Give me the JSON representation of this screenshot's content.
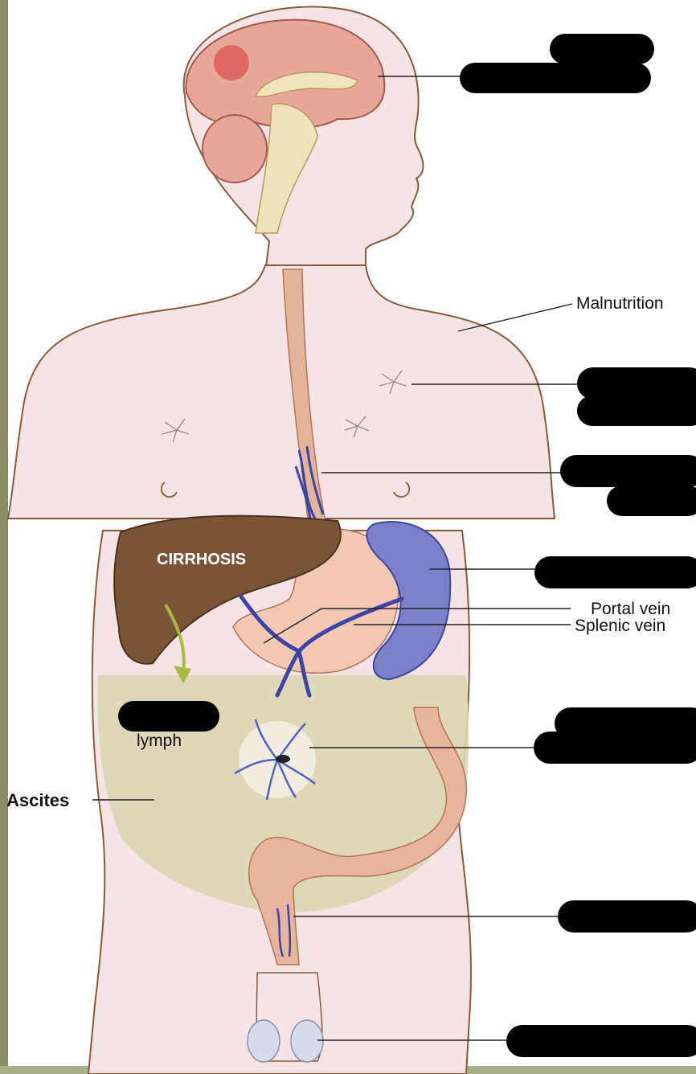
{
  "diagram": {
    "labels": {
      "malnutrition": "Malnutrition",
      "portal_vein": "Portal vein",
      "splenic_vein": "Splenic vein",
      "ascites": "Ascites",
      "lymph": "lymph",
      "cirrhosis": "CIRRHOSIS"
    },
    "colors": {
      "skin": "#f6e3e5",
      "skin_outline": "#8a5a3c",
      "liver": "#7a5437",
      "brain": "#e9a69b",
      "ascites_fluid": "#dcd6b2",
      "vein": "#3b45a8",
      "spleen": "#7b80c9",
      "esophagus": "#e3b49a",
      "intestine": "#eab59f",
      "arrow": "#a9b83e",
      "mask": "#000000"
    },
    "masked_label_count": 9
  }
}
